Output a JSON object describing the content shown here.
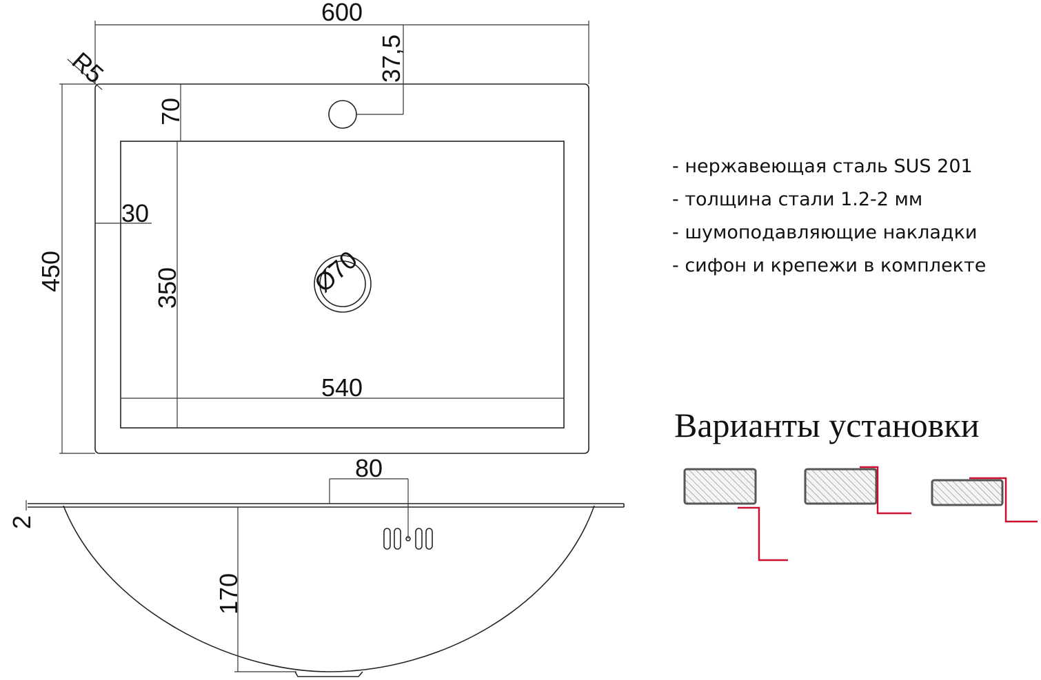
{
  "dimensions": {
    "width_total": "600",
    "corner_radius": "R5",
    "tap_hole_offset": "37,5",
    "top_margin": "70",
    "side_margin": "30",
    "depth_total": "450",
    "bowl_depth": "350",
    "drain_diameter": "Ø70",
    "bowl_width": "540",
    "overflow_width": "80",
    "rim_thickness": "2",
    "bowl_height": "170"
  },
  "features": [
    "- нержавеющая сталь SUS 201",
    "- толщина стали 1.2-2 мм",
    "- шумоподавляющие накладки",
    "- сифон и крепежи в комплекте"
  ],
  "installation": {
    "title": "Варианты установки"
  },
  "colors": {
    "line": "#222222",
    "accent": "#c8102e",
    "countertop_fill": "#eeeeee",
    "countertop_border": "#555555"
  }
}
